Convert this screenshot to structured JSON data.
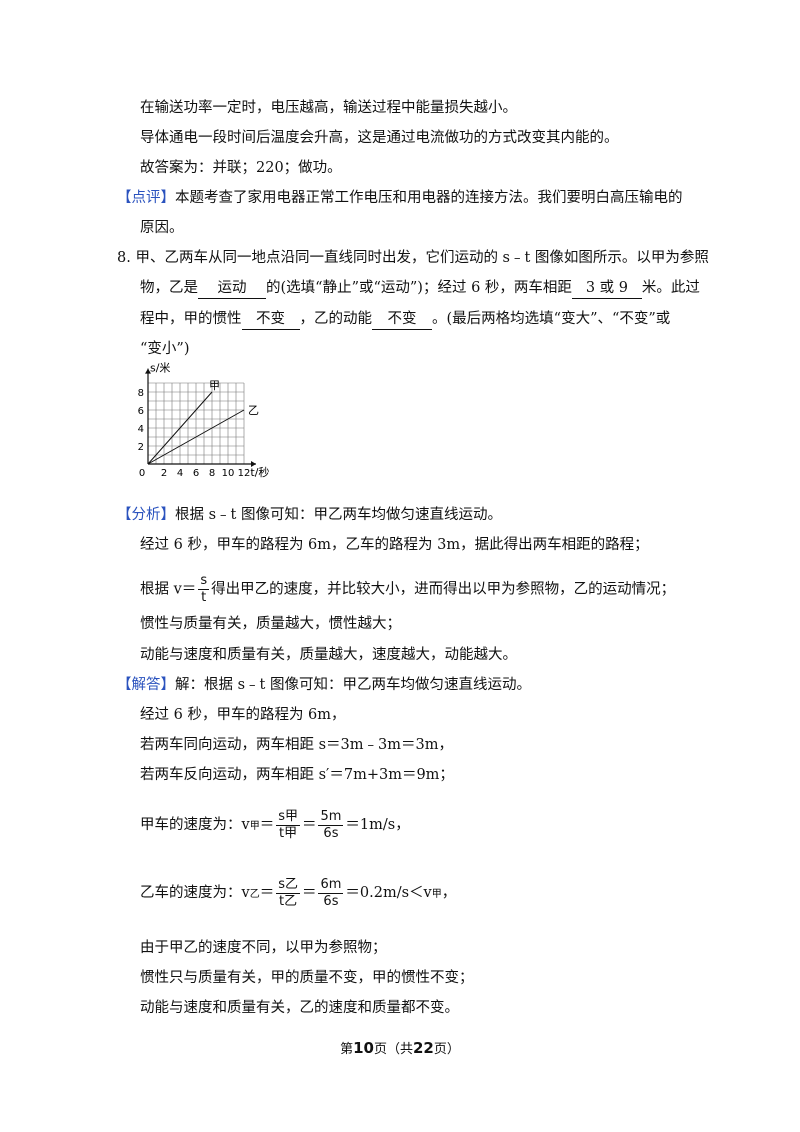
{
  "lines": {
    "l1": "在输送功率一定时，电压越高，输送过程中能量损失越小。",
    "l2": "导体通电一段时间后温度会升高，这是通过电流做功的方式改变其内能的。",
    "l3": "故答案为：并联；220；做功。",
    "comment_tag": "【点评】",
    "comment_text": "本题考查了家用电器正常工作电压和用电器的连接方法。我们要明白高压输电的",
    "comment_text2": "原因。"
  },
  "question": {
    "number": "8.",
    "q1": "甲、乙两车从同一地点沿同一直线同时出发，它们运动的 s﹣t 图像如图所示。以甲为参照",
    "q2a": "物，乙是",
    "blank1": "运动",
    "q2b": "的(选填“静止”或“运动”)；经过 6 秒，两车相距",
    "blank2": "3 或 9",
    "q2c": "米。此过",
    "q3a": "程中，甲的惯性",
    "blank3": "不变",
    "q3b": "，乙的动能",
    "blank4": "不变",
    "q3c": "。(最后两格均选填“变大”、“不变”或",
    "q4": "“变小”)"
  },
  "chart_data": {
    "type": "line",
    "xlabel": "t/秒",
    "ylabel": "s/米",
    "x_ticks": [
      "0",
      "2",
      "4",
      "6",
      "8",
      "10",
      "12"
    ],
    "y_ticks": [
      "2",
      "4",
      "6",
      "8"
    ],
    "xlim": [
      0,
      13
    ],
    "ylim": [
      0,
      9
    ],
    "grid": true,
    "series": [
      {
        "name": "甲",
        "x": [
          0,
          8
        ],
        "y": [
          0,
          8
        ]
      },
      {
        "name": "乙",
        "x": [
          0,
          12
        ],
        "y": [
          0,
          6
        ]
      }
    ]
  },
  "analysis": {
    "tag": "【分析】",
    "a1": "根据 s﹣t 图像可知：甲乙两车均做匀速直线运动。",
    "a2": "经过 6 秒，甲车的路程为 6m，乙车的路程为 3m，据此得出两车相距的路程；",
    "a3a": "根据 v＝",
    "a3_num": "s",
    "a3_den": "t",
    "a3b": "得出甲乙的速度，并比较大小，进而得出以甲为参照物，乙的运动情况；",
    "a4": "惯性与质量有关，质量越大，惯性越大；",
    "a5": "动能与速度和质量有关，质量越大，速度越大，动能越大。"
  },
  "solution": {
    "tag": "【解答】",
    "s1": "解：根据 s﹣t 图像可知：甲乙两车均做匀速直线运动。",
    "s2": "经过 6 秒，甲车的路程为 6m，",
    "s3": "若两车同向运动，两车相距 s＝3m﹣3m＝3m，",
    "s4": "若两车反向运动，两车相距 s′＝7m+3m＝9m；",
    "s5a": "甲车的速度为：v",
    "s5sub": "甲",
    "s5eq": "＝",
    "s5_num1": "s甲",
    "s5_den1": "t甲",
    "s5_num2": "5m",
    "s5_den2": "6s",
    "s5b": "＝1m/s，",
    "s6a": "乙车的速度为：v",
    "s6sub": "乙",
    "s6eq": "＝",
    "s6_num1": "s乙",
    "s6_den1": "t乙",
    "s6_num2": "6m",
    "s6_den2": "6s",
    "s6b": "＝0.2m/s＜v",
    "s6sub2": "甲",
    "s6c": "，",
    "s7": "由于甲乙的速度不同，以甲为参照物；",
    "s8": "惯性只与质量有关，甲的质量不变，甲的惯性不变；",
    "s9": "动能与速度和质量有关，乙的速度和质量都不变。"
  },
  "footer": {
    "pre": "第",
    "page": "10",
    "mid": "页（共",
    "total": "22",
    "post": "页）"
  }
}
